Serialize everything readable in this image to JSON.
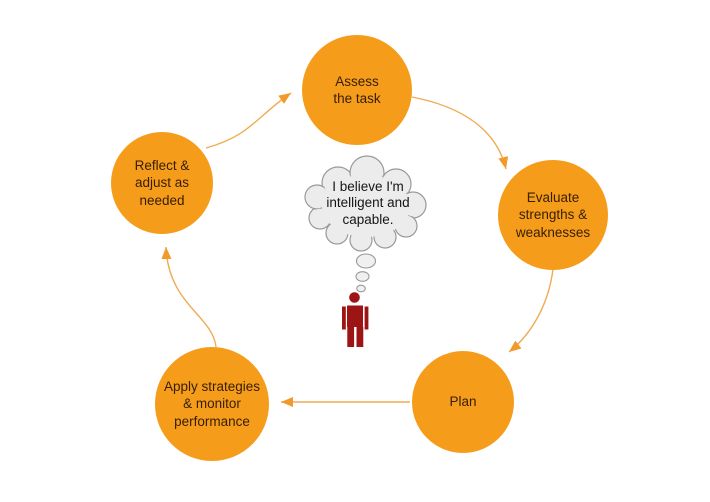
{
  "diagram": {
    "nodes": [
      {
        "id": "assess",
        "label": "Assess\nthe task"
      },
      {
        "id": "evaluate",
        "label": "Evaluate\nstrengths &\nweaknesses"
      },
      {
        "id": "plan",
        "label": "Plan"
      },
      {
        "id": "apply",
        "label": "Apply strategies\n& monitor\nperformance"
      },
      {
        "id": "reflect",
        "label": "Reflect &\nadjust as\nneeded"
      }
    ],
    "edges": [
      {
        "from": "assess",
        "to": "evaluate"
      },
      {
        "from": "evaluate",
        "to": "plan"
      },
      {
        "from": "plan",
        "to": "apply"
      },
      {
        "from": "apply",
        "to": "reflect"
      },
      {
        "from": "reflect",
        "to": "assess"
      }
    ],
    "thought_bubble": {
      "text": "I believe I'm\nintelligent and\ncapable."
    },
    "colors": {
      "node_fill": "#F59D1B",
      "node_text": "#371D04",
      "arrow_line": "#F0AC55",
      "arrowhead": "#F1992B",
      "bubble_fill": "#ECECEC",
      "bubble_border": "#999999",
      "bubble_text": "#151515",
      "person": "#9C1414",
      "background": "#FFFFFF"
    }
  }
}
